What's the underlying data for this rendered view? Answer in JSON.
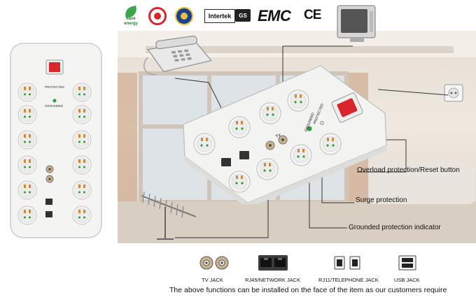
{
  "certifications": {
    "save_energy_logo": "save energy",
    "intertek": "Intertek",
    "gs": "GS",
    "emc": "EMC",
    "ce": "CE"
  },
  "left_strip": {
    "label_protected": "PROTECTED",
    "label_grounded": "GROUNDED"
  },
  "scene_strip": {
    "label_protected": "PROTECTED",
    "label_grounded": "GROUNDED",
    "label_tv": "TV"
  },
  "callouts": {
    "overload": "Overload protection/Reset button",
    "surge": "Surge protection",
    "grounded": "Grounded protection indicator"
  },
  "jacks": [
    {
      "label": "TV JACK",
      "icon": "tv-coax-jack-icon"
    },
    {
      "label": "RJ45/NETWORK JACK",
      "icon": "rj45-jack-icon"
    },
    {
      "label": "RJ11/TELEPHONE JACK",
      "icon": "rj11-jack-icon"
    },
    {
      "label": "USB JACK",
      "icon": "usb-jack-icon"
    }
  ],
  "footer_note": "The above functions can be installed on the face of the item as our customers require",
  "colors": {
    "switch_red": "#d8262c",
    "indicator_green": "#2e9a3b",
    "socket_body": "#f4f4f2",
    "contact_orange": "#d08a3a"
  }
}
